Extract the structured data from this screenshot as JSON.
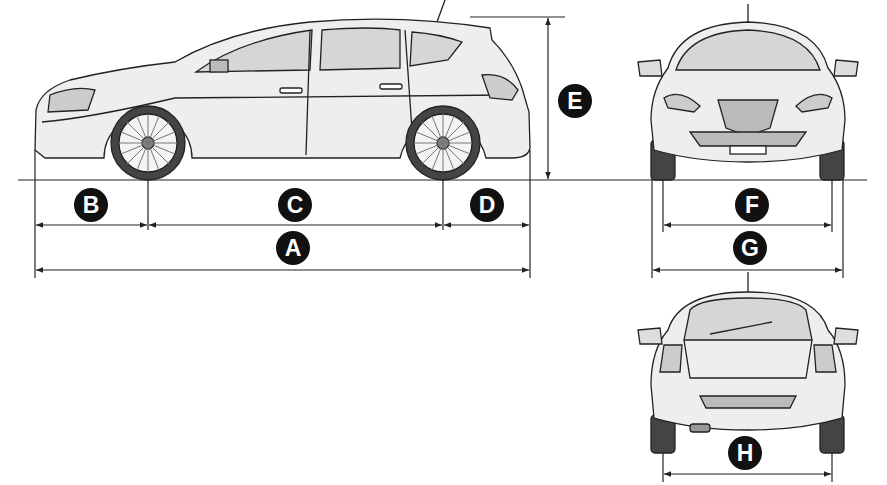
{
  "diagram": {
    "nodes": [
      {
        "text": [
          "E"
        ]
      },
      {
        "text": [
          "B"
        ]
      },
      {
        "text": [
          "C"
        ]
      },
      {
        "text": [
          "D"
        ]
      },
      {
        "text": [
          "F"
        ]
      },
      {
        "text": [
          "A"
        ]
      },
      {
        "text": [
          "G"
        ]
      },
      {
        "text": [
          "H"
        ]
      }
    ]
  }
}
